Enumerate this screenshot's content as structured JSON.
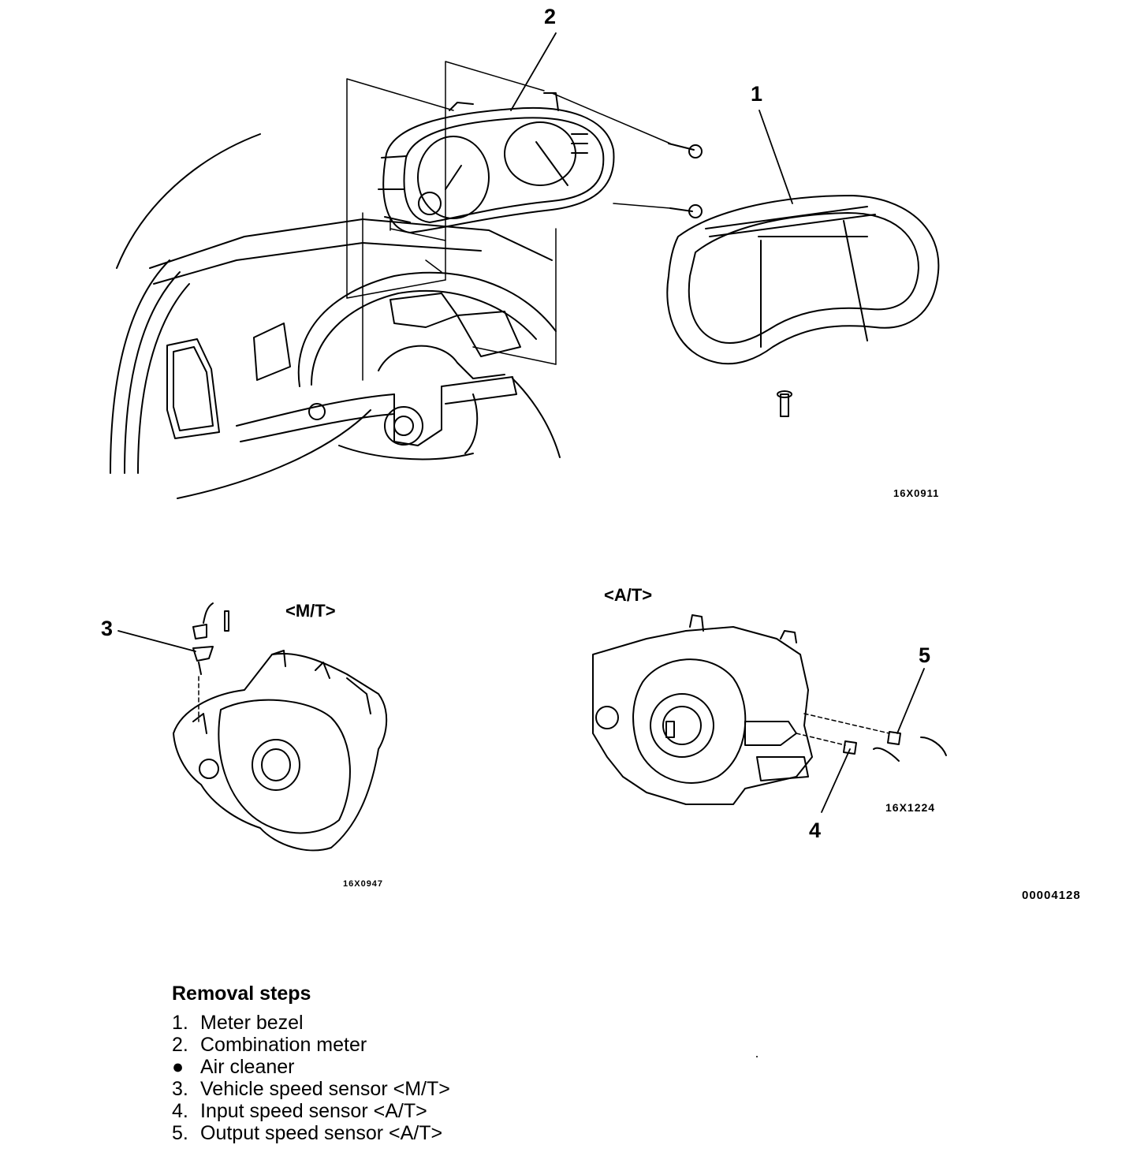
{
  "callouts": {
    "c1": "1",
    "c2": "2",
    "c3": "3",
    "c4": "4",
    "c5": "5"
  },
  "figure_codes": {
    "top": "16X0911",
    "mt": "16X0947",
    "at": "16X1224",
    "sheet": "00004128"
  },
  "variants": {
    "mt": "<M/T>",
    "at": "<A/T>"
  },
  "removal": {
    "title": "Removal steps",
    "steps": [
      {
        "marker": "1.",
        "text": "Meter bezel"
      },
      {
        "marker": "2.",
        "text": "Combination meter"
      },
      {
        "marker": "●",
        "text": "Air cleaner"
      },
      {
        "marker": "3.",
        "text": "Vehicle speed sensor <M/T>"
      },
      {
        "marker": "4.",
        "text": "Input speed sensor <A/T>"
      },
      {
        "marker": "5.",
        "text": "Output speed sensor <A/T>"
      }
    ]
  }
}
